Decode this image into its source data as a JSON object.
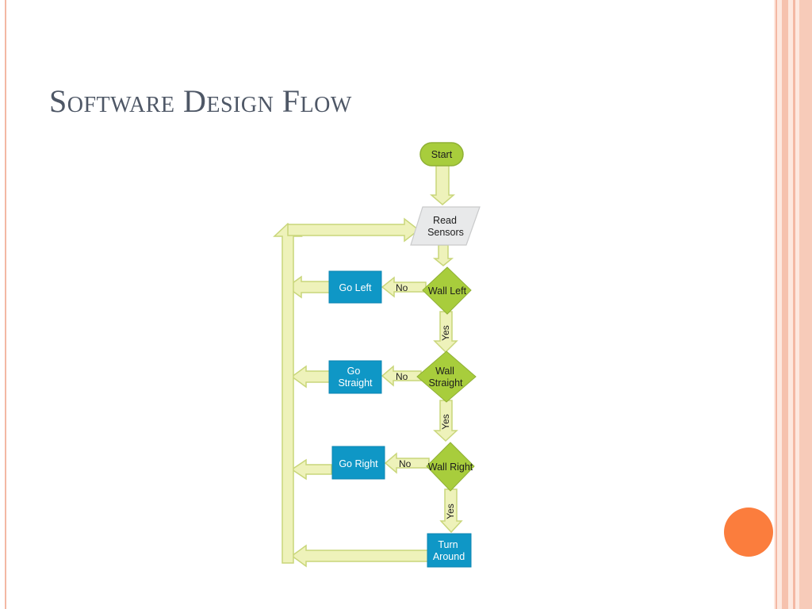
{
  "slide": {
    "title": "Software Design Flow"
  },
  "colors": {
    "arrow_fill": "#eef2ba",
    "arrow_stroke": "#c9d67a",
    "decision_fill": "#a8cd3c",
    "action_fill": "#0f97c6",
    "io_fill": "#e8e9ea",
    "accent_circle": "#fb7d3d",
    "frame_stripe": "#f6c2ae"
  },
  "flowchart": {
    "start": "Start",
    "read": [
      "Read",
      "Sensors"
    ],
    "wall_left": "Wall Left",
    "wall_straight": [
      "Wall",
      "Straight"
    ],
    "wall_right": "Wall Right",
    "go_left": "Go Left",
    "go_straight": [
      "Go",
      "Straight"
    ],
    "go_right": "Go Right",
    "turn_around": [
      "Turn",
      "Around"
    ],
    "no_label": "No",
    "yes_label": "Yes"
  }
}
